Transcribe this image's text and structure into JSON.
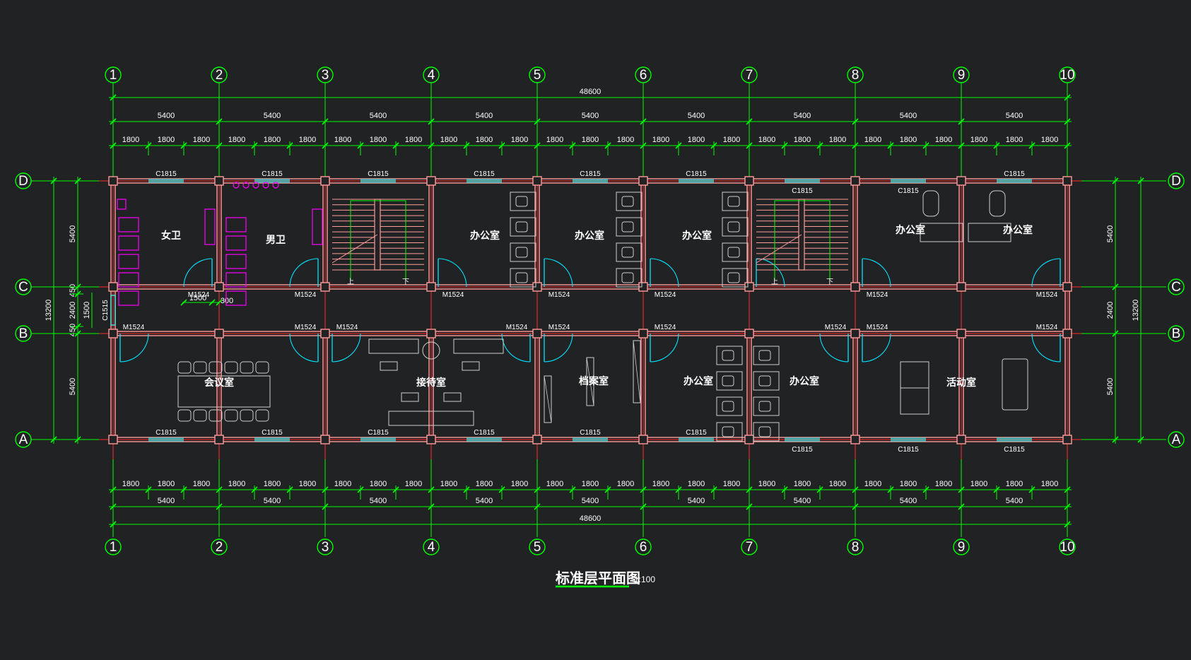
{
  "drawing": {
    "title": "标准层平面图",
    "scale": "1:100",
    "grid_columns": [
      "1",
      "2",
      "3",
      "4",
      "5",
      "6",
      "7",
      "8",
      "9",
      "10"
    ],
    "grid_rows": [
      "D",
      "C",
      "B",
      "A"
    ],
    "total_length": "48600",
    "bay": "5400",
    "sub_bay": "1800",
    "total_depth": "13200",
    "row_depths": [
      "5400",
      "450",
      "2400",
      "450",
      "5400"
    ],
    "corridor_window": "C1515",
    "corridor_window_dim": "1500",
    "toilet_door_offset": "300"
  },
  "rooms": [
    {
      "label": "女卫"
    },
    {
      "label": "男卫"
    },
    {
      "label": "办公室"
    },
    {
      "label": "办公室"
    },
    {
      "label": "办公室"
    },
    {
      "label": "办公室"
    },
    {
      "label": "办公室"
    },
    {
      "label": "会议室"
    },
    {
      "label": "接待室"
    },
    {
      "label": "档案室"
    },
    {
      "label": "办公室"
    },
    {
      "label": "办公室"
    },
    {
      "label": "活动室"
    }
  ],
  "stairs": {
    "up": "上",
    "down": "下"
  },
  "labels": {
    "window": "C1815",
    "door": "M1524"
  },
  "colors": {
    "background": "#212224",
    "grid_line": "#ff2a2a",
    "dimension": "#00ff00",
    "wall": "#ff9a9a",
    "window": "#4dd6d6",
    "door": "#00e5ff",
    "sanitary": "#ff00ff",
    "furniture": "#cfcfcf",
    "text": "#ffffff"
  }
}
